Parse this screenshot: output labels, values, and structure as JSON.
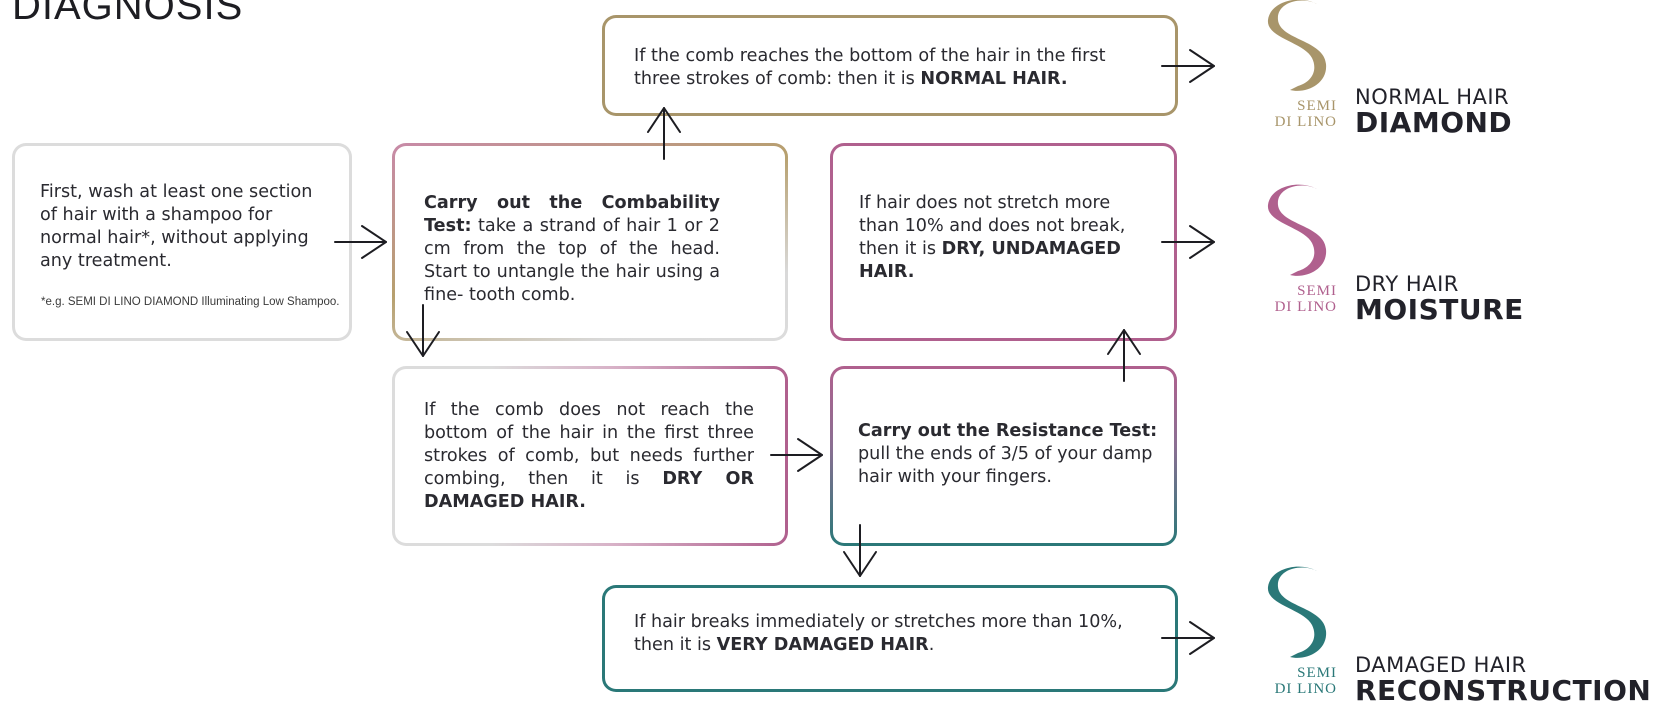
{
  "page": {
    "title": "DIAGNOSIS"
  },
  "boxes": {
    "wash": {
      "text": "First, wash at least one section of hair with a shampoo for normal hair*, without applying any treatment.",
      "footnote": "*e.g.  SEMI DI LINO DIAMOND Illuminating Low Shampoo."
    },
    "combability": {
      "bold": "Carry out the Combability Test",
      "colon": ":",
      "text": " take a strand of hair 1  or  2  cm from  the  top  of  the  head. Start  to untangle the hair using a fine- tooth comb."
    },
    "normal": {
      "text": "If the comb reaches the bottom of the hair in the first three strokes of comb: then it is ",
      "bold": "NORMAL HAIR."
    },
    "dry_damaged": {
      "text": "If the comb does not reach the bottom of the hair in the first three strokes of comb, but needs further combing, then it is ",
      "bold": "DRY OR DAMAGED HAIR."
    },
    "resistance": {
      "bold": "Carry out the Resistance Test:",
      "text": " pull the ends of 3/5 of your damp hair with your fingers."
    },
    "dry_undamaged": {
      "text": "If hair does not stretch more than 10% and does not break, then it is ",
      "bold": "DRY, UNDAMAGED HAIR."
    },
    "very_damaged": {
      "text": "If hair breaks immediately or stretches more than 10%, then it is ",
      "bold": "VERY DAMAGED HAIR",
      "end": "."
    }
  },
  "products": [
    {
      "logo_line1": "SEMI",
      "logo_line2": "DI LINO",
      "label": "NORMAL HAIR",
      "name": "DIAMOND",
      "color": "#a8956a"
    },
    {
      "logo_line1": "SEMI",
      "logo_line2": "DI LINO",
      "label": "DRY HAIR",
      "name": "MOISTURE",
      "color": "#b0608e"
    },
    {
      "logo_line1": "SEMI",
      "logo_line2": "DI LINO",
      "label": "DAMAGED HAIR",
      "name": "RECONSTRUCTION",
      "color": "#2a7878"
    }
  ],
  "colors": {
    "gold": "#a8956a",
    "pink": "#b0608e",
    "teal": "#2a7878",
    "grey": "#dcdcdc",
    "arrow": "#1d1d22"
  },
  "icons": {
    "arrow": "open-chevron-arrow",
    "logo": "semi-di-lino-s-logo"
  }
}
